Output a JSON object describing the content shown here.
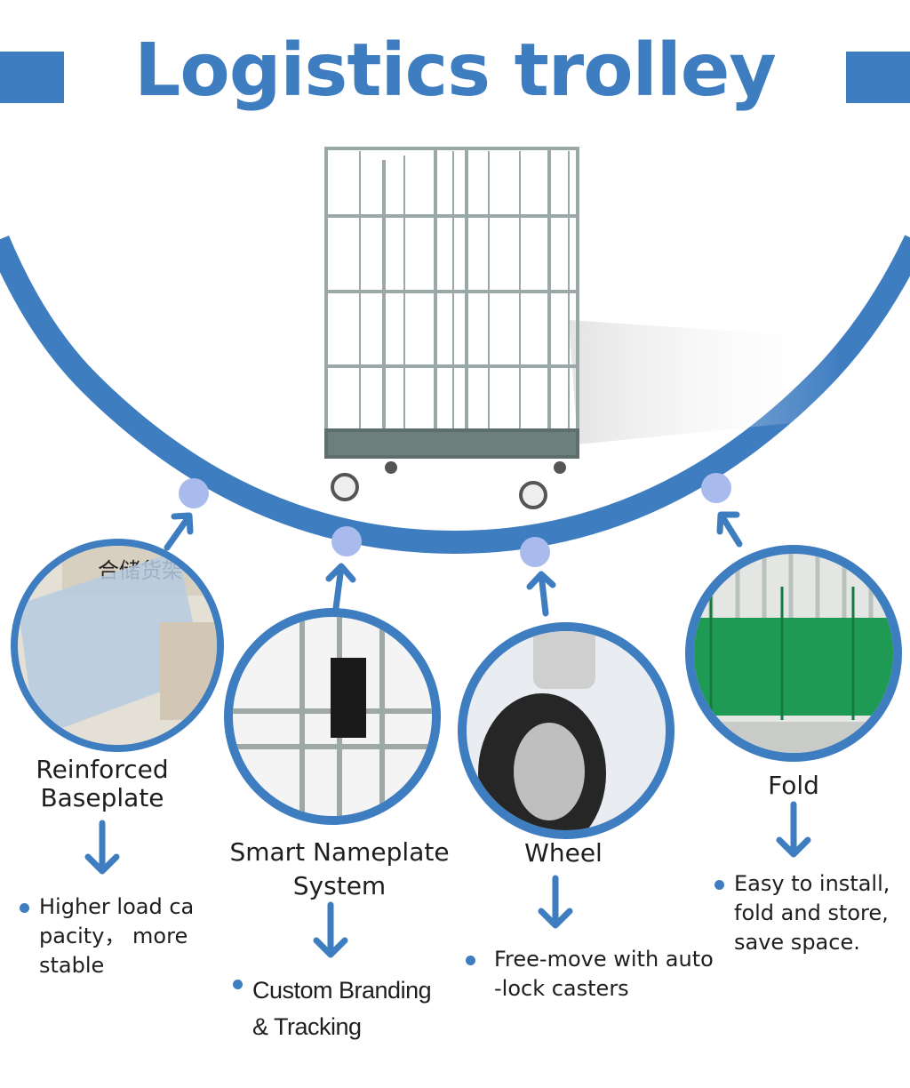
{
  "title": "Logistics trolley",
  "colors": {
    "accent": "#3f7dc1",
    "node": "#a9baec",
    "cage": "#9aa9a8",
    "fold_panel": "#1f9a55"
  },
  "features": [
    {
      "label_lines": [
        "Reinforced",
        "Baseplate"
      ],
      "description_lines": [
        "Higher load ca",
        "pacity， more",
        "stable"
      ],
      "image": "reinforced-baseplate-photo"
    },
    {
      "label_lines": [
        "Smart Nameplate",
        "System"
      ],
      "description_lines": [
        "Custom Branding",
        "& Tracking"
      ],
      "image": "nameplate-photo"
    },
    {
      "label_lines": [
        "Wheel"
      ],
      "description_lines": [
        "Free-move with auto",
        "-lock casters"
      ],
      "image": "caster-wheel-photo"
    },
    {
      "label_lines": [
        "Fold"
      ],
      "description_lines": [
        "Easy to install,",
        "fold and store,",
        "save space."
      ],
      "image": "folded-trolley-photo"
    }
  ],
  "icons": [
    "arrow-up-icon",
    "arrow-down-icon",
    "bullet-dot-icon"
  ]
}
